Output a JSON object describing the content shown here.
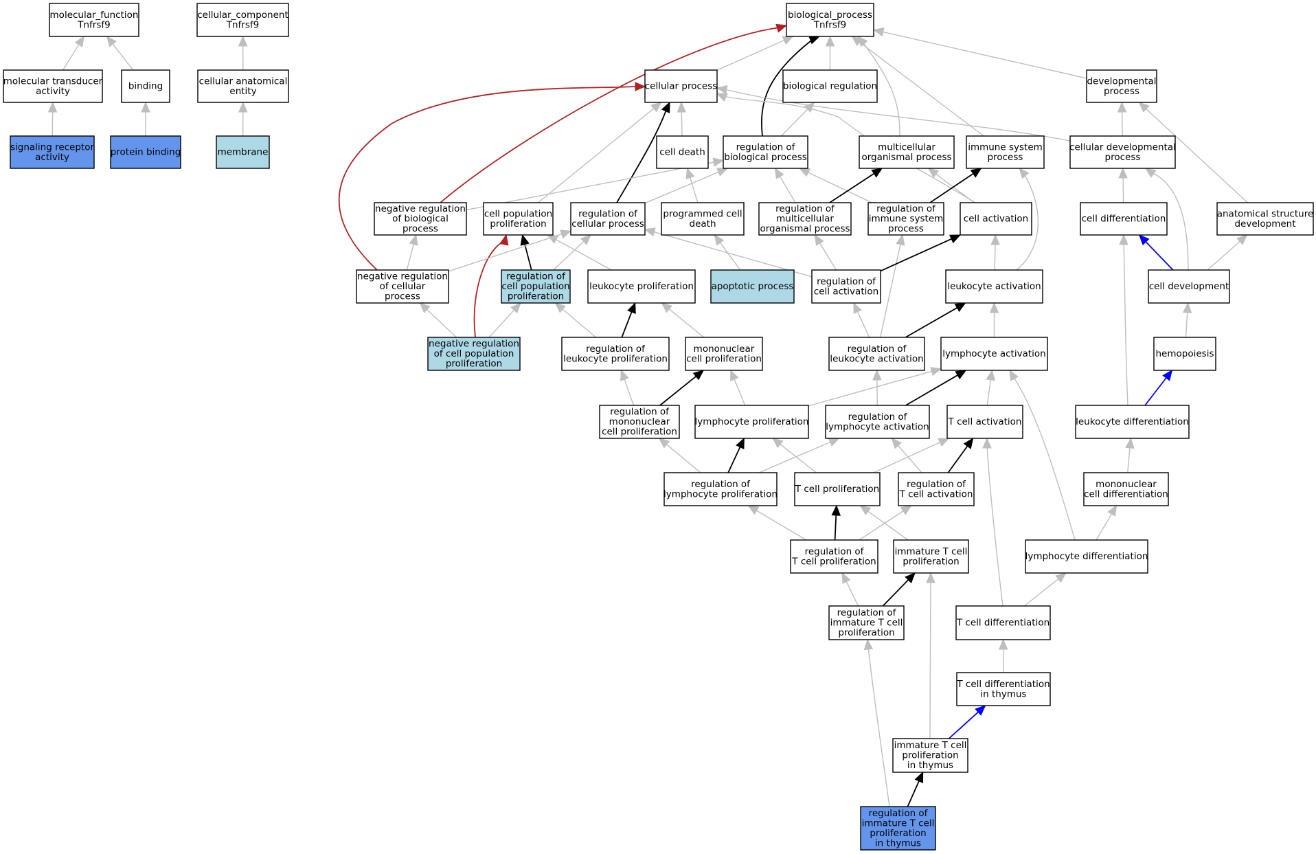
{
  "colors": {
    "default_fill": "#ffffff",
    "light_fill": "#add8e6",
    "dark_fill": "#6495ed",
    "edge_gray": "#bebebe",
    "edge_black": "#000000",
    "edge_red": "#b22222",
    "edge_blue": "#0000ff"
  },
  "nodes": [
    {
      "id": "mf",
      "lines": [
        "molecular_function",
        "Tnfrsf9"
      ],
      "fill": "white"
    },
    {
      "id": "cc",
      "lines": [
        "cellular_component",
        "Tnfrsf9"
      ],
      "fill": "white"
    },
    {
      "id": "bp",
      "lines": [
        "biological_process",
        "Tnfrsf9"
      ],
      "fill": "white"
    },
    {
      "id": "mta",
      "lines": [
        "molecular transducer",
        "activity"
      ],
      "fill": "white"
    },
    {
      "id": "binding",
      "lines": [
        "binding"
      ],
      "fill": "white"
    },
    {
      "id": "cae",
      "lines": [
        "cellular anatomical",
        "entity"
      ],
      "fill": "white"
    },
    {
      "id": "cp",
      "lines": [
        "cellular process"
      ],
      "fill": "white"
    },
    {
      "id": "breg",
      "lines": [
        "biological regulation"
      ],
      "fill": "white"
    },
    {
      "id": "dp",
      "lines": [
        "developmental",
        "process"
      ],
      "fill": "white"
    },
    {
      "id": "sra",
      "lines": [
        "signaling receptor",
        "activity"
      ],
      "fill": "dark"
    },
    {
      "id": "pb",
      "lines": [
        "protein binding"
      ],
      "fill": "dark"
    },
    {
      "id": "mem",
      "lines": [
        "membrane"
      ],
      "fill": "light"
    },
    {
      "id": "cd",
      "lines": [
        "cell death"
      ],
      "fill": "white"
    },
    {
      "id": "rbp",
      "lines": [
        "regulation of",
        "biological process"
      ],
      "fill": "white"
    },
    {
      "id": "mop",
      "lines": [
        "multicellular",
        "organismal process"
      ],
      "fill": "white"
    },
    {
      "id": "isp",
      "lines": [
        "immune system",
        "process"
      ],
      "fill": "white"
    },
    {
      "id": "cdp",
      "lines": [
        "cellular developmental",
        "process"
      ],
      "fill": "white"
    },
    {
      "id": "nrbp",
      "lines": [
        "negative regulation",
        "of biological",
        "process"
      ],
      "fill": "white"
    },
    {
      "id": "cpp",
      "lines": [
        "cell population",
        "proliferation"
      ],
      "fill": "white"
    },
    {
      "id": "rcp",
      "lines": [
        "regulation of",
        "cellular process"
      ],
      "fill": "white"
    },
    {
      "id": "pcd",
      "lines": [
        "programmed cell",
        "death"
      ],
      "fill": "white"
    },
    {
      "id": "rmop",
      "lines": [
        "regulation of",
        "multicellular",
        "organismal process"
      ],
      "fill": "white"
    },
    {
      "id": "risp",
      "lines": [
        "regulation of",
        "immune system",
        "process"
      ],
      "fill": "white"
    },
    {
      "id": "ca",
      "lines": [
        "cell activation"
      ],
      "fill": "white"
    },
    {
      "id": "cdiff",
      "lines": [
        "cell differentiation"
      ],
      "fill": "white"
    },
    {
      "id": "asd",
      "lines": [
        "anatomical structure",
        "development"
      ],
      "fill": "white"
    },
    {
      "id": "nrcp",
      "lines": [
        "negative regulation",
        "of cellular",
        "process"
      ],
      "fill": "white"
    },
    {
      "id": "rcpp",
      "lines": [
        "regulation of",
        "cell population",
        "proliferation"
      ],
      "fill": "light"
    },
    {
      "id": "lp",
      "lines": [
        "leukocyte proliferation"
      ],
      "fill": "white"
    },
    {
      "id": "ap",
      "lines": [
        "apoptotic process"
      ],
      "fill": "light"
    },
    {
      "id": "rca",
      "lines": [
        "regulation of",
        "cell activation"
      ],
      "fill": "white"
    },
    {
      "id": "la",
      "lines": [
        "leukocyte activation"
      ],
      "fill": "white"
    },
    {
      "id": "cdev",
      "lines": [
        "cell development"
      ],
      "fill": "white"
    },
    {
      "id": "nrcpp",
      "lines": [
        "negative regulation",
        "of cell population",
        "proliferation"
      ],
      "fill": "light"
    },
    {
      "id": "rlp",
      "lines": [
        "regulation of",
        "leukocyte proliferation"
      ],
      "fill": "white"
    },
    {
      "id": "mcp",
      "lines": [
        "mononuclear",
        "cell proliferation"
      ],
      "fill": "white"
    },
    {
      "id": "rla",
      "lines": [
        "regulation of",
        "leukocyte activation"
      ],
      "fill": "white"
    },
    {
      "id": "lya",
      "lines": [
        "lymphocyte activation"
      ],
      "fill": "white"
    },
    {
      "id": "hemo",
      "lines": [
        "hemopoiesis"
      ],
      "fill": "white"
    },
    {
      "id": "rmcp",
      "lines": [
        "regulation of",
        "mononuclear",
        "cell proliferation"
      ],
      "fill": "white"
    },
    {
      "id": "lyp",
      "lines": [
        "lymphocyte proliferation"
      ],
      "fill": "white"
    },
    {
      "id": "rlya",
      "lines": [
        "regulation of",
        "lymphocyte activation"
      ],
      "fill": "white"
    },
    {
      "id": "tca",
      "lines": [
        "T cell activation"
      ],
      "fill": "white"
    },
    {
      "id": "ld",
      "lines": [
        "leukocyte differentiation"
      ],
      "fill": "white"
    },
    {
      "id": "rlyp",
      "lines": [
        "regulation of",
        "lymphocyte proliferation"
      ],
      "fill": "white"
    },
    {
      "id": "tcp",
      "lines": [
        "T cell proliferation"
      ],
      "fill": "white"
    },
    {
      "id": "rtca",
      "lines": [
        "regulation of",
        "T cell activation"
      ],
      "fill": "white"
    },
    {
      "id": "mcd",
      "lines": [
        "mononuclear",
        "cell differentiation"
      ],
      "fill": "white"
    },
    {
      "id": "rtcp",
      "lines": [
        "regulation of",
        "T cell proliferation"
      ],
      "fill": "white"
    },
    {
      "id": "itcp",
      "lines": [
        "immature T cell",
        "proliferation"
      ],
      "fill": "white"
    },
    {
      "id": "lyd",
      "lines": [
        "lymphocyte differentiation"
      ],
      "fill": "white"
    },
    {
      "id": "ritcp",
      "lines": [
        "regulation of",
        "immature T cell",
        "proliferation"
      ],
      "fill": "white"
    },
    {
      "id": "tcd",
      "lines": [
        "T cell differentiation"
      ],
      "fill": "white"
    },
    {
      "id": "tcdt",
      "lines": [
        "T cell differentiation",
        "in thymus"
      ],
      "fill": "white"
    },
    {
      "id": "itcpt",
      "lines": [
        "immature T cell",
        "proliferation",
        "in thymus"
      ],
      "fill": "white"
    },
    {
      "id": "ritcpt",
      "lines": [
        "regulation of",
        "immature T cell",
        "proliferation",
        "in thymus"
      ],
      "fill": "dark"
    }
  ],
  "edges": [
    {
      "from": "mta",
      "to": "mf",
      "color": "gray"
    },
    {
      "from": "binding",
      "to": "mf",
      "color": "gray"
    },
    {
      "from": "cae",
      "to": "cc",
      "color": "gray"
    },
    {
      "from": "sra",
      "to": "mta",
      "color": "gray"
    },
    {
      "from": "pb",
      "to": "binding",
      "color": "gray"
    },
    {
      "from": "mem",
      "to": "cae",
      "color": "gray"
    },
    {
      "from": "cp",
      "to": "bp",
      "color": "gray"
    },
    {
      "from": "breg",
      "to": "bp",
      "color": "gray"
    },
    {
      "from": "dp",
      "to": "bp",
      "color": "gray"
    },
    {
      "from": "mop",
      "to": "bp",
      "color": "gray"
    },
    {
      "from": "isp",
      "to": "bp",
      "color": "gray"
    },
    {
      "from": "rbp",
      "to": "bp",
      "color": "black"
    },
    {
      "from": "nrbp",
      "to": "bp",
      "color": "red"
    },
    {
      "from": "cd",
      "to": "cp",
      "color": "gray"
    },
    {
      "from": "cdp",
      "to": "cp",
      "color": "gray"
    },
    {
      "from": "ca",
      "to": "cp",
      "color": "gray"
    },
    {
      "from": "cpp",
      "to": "cp",
      "color": "gray"
    },
    {
      "from": "rcp",
      "to": "cp",
      "color": "black"
    },
    {
      "from": "nrcp",
      "to": "cp",
      "color": "red"
    },
    {
      "from": "rbp",
      "to": "breg",
      "color": "gray"
    },
    {
      "from": "cdp",
      "to": "dp",
      "color": "gray"
    },
    {
      "from": "asd",
      "to": "dp",
      "color": "gray"
    },
    {
      "from": "pcd",
      "to": "cd",
      "color": "gray"
    },
    {
      "from": "nrbp",
      "to": "rbp",
      "color": "gray"
    },
    {
      "from": "rcp",
      "to": "rbp",
      "color": "gray"
    },
    {
      "from": "rmop",
      "to": "rbp",
      "color": "gray"
    },
    {
      "from": "risp",
      "to": "rbp",
      "color": "gray"
    },
    {
      "from": "rmop",
      "to": "mop",
      "color": "black"
    },
    {
      "from": "ca",
      "to": "mop",
      "color": "gray"
    },
    {
      "from": "risp",
      "to": "isp",
      "color": "black"
    },
    {
      "from": "la",
      "to": "isp",
      "color": "gray"
    },
    {
      "from": "cdiff",
      "to": "cdp",
      "color": "gray"
    },
    {
      "from": "cdev",
      "to": "cdp",
      "color": "gray"
    },
    {
      "from": "nrcp",
      "to": "nrbp",
      "color": "gray"
    },
    {
      "from": "rcpp",
      "to": "cpp",
      "color": "black"
    },
    {
      "from": "nrcpp",
      "to": "cpp",
      "color": "red"
    },
    {
      "from": "lp",
      "to": "cpp",
      "color": "gray"
    },
    {
      "from": "nrcp",
      "to": "rcp",
      "color": "gray"
    },
    {
      "from": "rcpp",
      "to": "rcp",
      "color": "gray"
    },
    {
      "from": "rca",
      "to": "rcp",
      "color": "gray"
    },
    {
      "from": "ap",
      "to": "pcd",
      "color": "gray"
    },
    {
      "from": "rca",
      "to": "rmop",
      "color": "gray"
    },
    {
      "from": "rla",
      "to": "risp",
      "color": "gray"
    },
    {
      "from": "rca",
      "to": "ca",
      "color": "black"
    },
    {
      "from": "la",
      "to": "ca",
      "color": "gray"
    },
    {
      "from": "cdev",
      "to": "cdiff",
      "color": "blue"
    },
    {
      "from": "ld",
      "to": "cdiff",
      "color": "gray"
    },
    {
      "from": "cdev",
      "to": "asd",
      "color": "gray"
    },
    {
      "from": "nrcpp",
      "to": "nrcp",
      "color": "gray"
    },
    {
      "from": "nrcpp",
      "to": "rcpp",
      "color": "gray"
    },
    {
      "from": "rlp",
      "to": "rcpp",
      "color": "gray"
    },
    {
      "from": "rlp",
      "to": "lp",
      "color": "black"
    },
    {
      "from": "mcp",
      "to": "lp",
      "color": "gray"
    },
    {
      "from": "rla",
      "to": "rca",
      "color": "gray"
    },
    {
      "from": "rla",
      "to": "la",
      "color": "black"
    },
    {
      "from": "lya",
      "to": "la",
      "color": "gray"
    },
    {
      "from": "hemo",
      "to": "cdev",
      "color": "gray"
    },
    {
      "from": "rmcp",
      "to": "rlp",
      "color": "gray"
    },
    {
      "from": "rmcp",
      "to": "mcp",
      "color": "black"
    },
    {
      "from": "lyp",
      "to": "mcp",
      "color": "gray"
    },
    {
      "from": "rlya",
      "to": "rla",
      "color": "gray"
    },
    {
      "from": "lyp",
      "to": "lya",
      "color": "gray"
    },
    {
      "from": "rlya",
      "to": "lya",
      "color": "black"
    },
    {
      "from": "tca",
      "to": "lya",
      "color": "gray"
    },
    {
      "from": "lyd",
      "to": "lya",
      "color": "gray"
    },
    {
      "from": "ld",
      "to": "hemo",
      "color": "blue"
    },
    {
      "from": "rlyp",
      "to": "rmcp",
      "color": "gray"
    },
    {
      "from": "rlyp",
      "to": "lyp",
      "color": "black"
    },
    {
      "from": "tcp",
      "to": "lyp",
      "color": "gray"
    },
    {
      "from": "rlyp",
      "to": "rlya",
      "color": "gray"
    },
    {
      "from": "rtca",
      "to": "rlya",
      "color": "gray"
    },
    {
      "from": "tcp",
      "to": "tca",
      "color": "gray"
    },
    {
      "from": "rtca",
      "to": "tca",
      "color": "black"
    },
    {
      "from": "tcd",
      "to": "tca",
      "color": "gray"
    },
    {
      "from": "mcd",
      "to": "ld",
      "color": "gray"
    },
    {
      "from": "rtcp",
      "to": "rlyp",
      "color": "gray"
    },
    {
      "from": "rtcp",
      "to": "tcp",
      "color": "black"
    },
    {
      "from": "itcp",
      "to": "tcp",
      "color": "gray"
    },
    {
      "from": "rtcp",
      "to": "rtca",
      "color": "gray"
    },
    {
      "from": "lyd",
      "to": "mcd",
      "color": "gray"
    },
    {
      "from": "ritcp",
      "to": "rtcp",
      "color": "gray"
    },
    {
      "from": "ritcp",
      "to": "itcp",
      "color": "black"
    },
    {
      "from": "itcpt",
      "to": "itcp",
      "color": "gray"
    },
    {
      "from": "tcd",
      "to": "lyd",
      "color": "gray"
    },
    {
      "from": "ritcpt",
      "to": "ritcp",
      "color": "gray"
    },
    {
      "from": "tcdt",
      "to": "tcd",
      "color": "gray"
    },
    {
      "from": "itcpt",
      "to": "tcdt",
      "color": "blue"
    },
    {
      "from": "ritcpt",
      "to": "itcpt",
      "color": "black"
    }
  ]
}
